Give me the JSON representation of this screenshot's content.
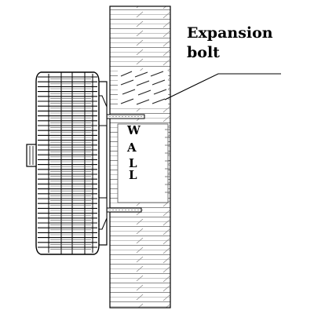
{
  "labels": {
    "callout_line1": "Expansion",
    "callout_line2": "bolt",
    "wall_letters": [
      "W",
      "A",
      "L",
      "L"
    ]
  },
  "colors": {
    "ink": "#000000",
    "paper": "#ffffff",
    "hatch": "#7a7a7a",
    "fixture_line": "#111111"
  }
}
